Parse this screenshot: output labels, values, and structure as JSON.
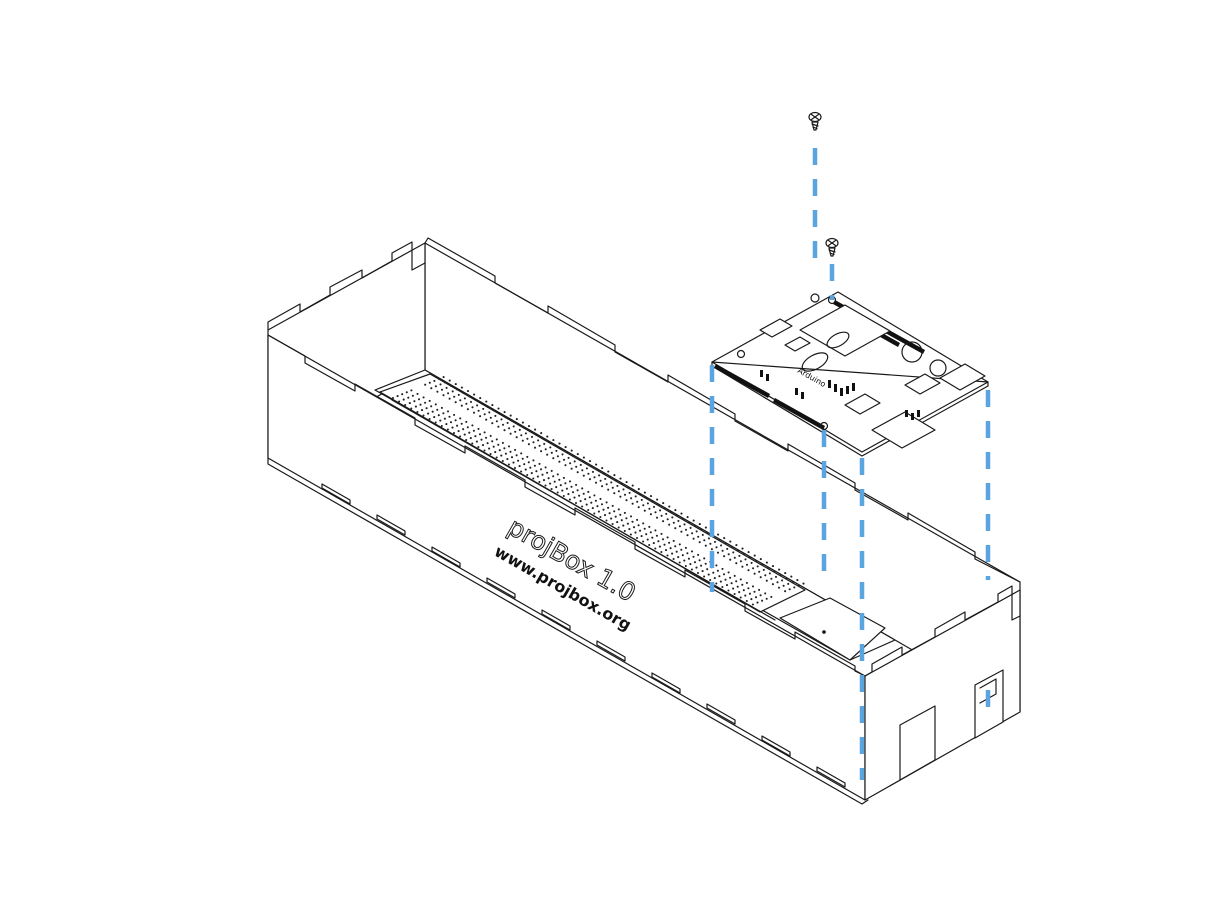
{
  "colors": {
    "outline": "#1a1a1a",
    "guide": "#5aa5e0",
    "background": "#ffffff"
  },
  "box": {
    "label": "projBox 1.0",
    "url": "www.projbox.org"
  },
  "board": {
    "label": "Arduino"
  },
  "icons": [
    "screw-icon",
    "screw-icon"
  ]
}
